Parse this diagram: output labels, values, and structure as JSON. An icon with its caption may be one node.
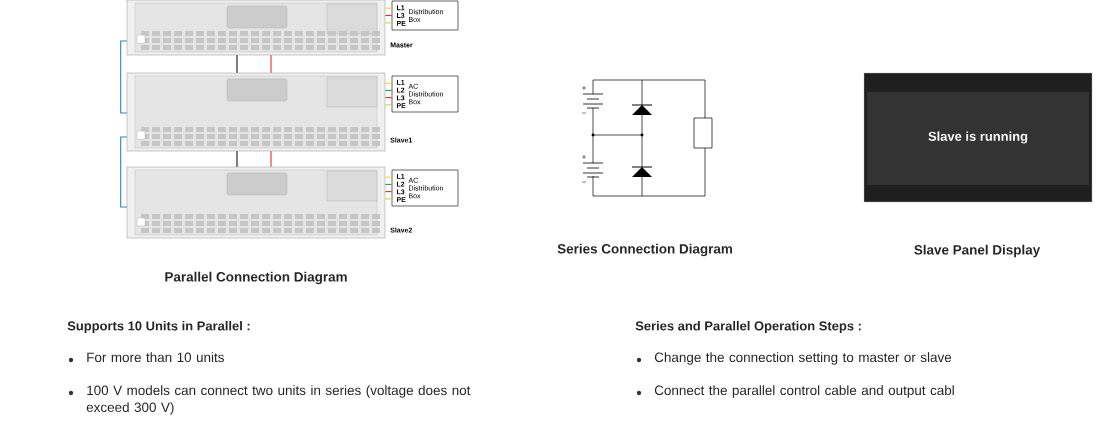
{
  "diagram": {
    "nodes": [
      {
        "text": [],
        "shape": "picture",
        "beside": [
          "Master"
        ]
      },
      {
        "text": [],
        "shape": "picture",
        "beside": [
          "Slave1"
        ]
      },
      {
        "text": [],
        "shape": "picture",
        "beside": [
          "Slave2"
        ]
      },
      {
        "text": [
          "L1 L3 PE",
          "Distribution Box"
        ]
      },
      {
        "text": [
          "L1 L2 L3 PE",
          "AC Distribution Box"
        ]
      },
      {
        "text": [
          "L1 L2 L3 PE",
          "AC Distribution Box"
        ]
      },
      {
        "text": [
          "Slave is running"
        ]
      }
    ],
    "edges": [
      {
        "from": 0,
        "to": 1,
        "arrow": "none",
        "color": "#2f7fc4"
      },
      {
        "from": 1,
        "to": 2,
        "arrow": "none",
        "color": "#2f7fc4"
      },
      {
        "from": 0,
        "to": 1,
        "arrow": "none",
        "color": "#111111"
      },
      {
        "from": 1,
        "to": 2,
        "arrow": "none",
        "color": "#111111"
      },
      {
        "from": 0,
        "to": 1,
        "arrow": "none",
        "color": "#e0302a"
      },
      {
        "from": 1,
        "to": 2,
        "arrow": "none",
        "color": "#e0302a"
      },
      {
        "from": 0,
        "to": 3,
        "arrow": "none",
        "color": "#f2d42a"
      },
      {
        "from": 0,
        "to": 3,
        "arrow": "none",
        "color": "#e0302a"
      },
      {
        "from": 0,
        "to": 3,
        "arrow": "none",
        "color": "#c8d83a"
      },
      {
        "from": 1,
        "to": 4,
        "arrow": "none",
        "color": "#f2d42a"
      },
      {
        "from": 1,
        "to": 4,
        "arrow": "none",
        "color": "#2e9a6a"
      },
      {
        "from": 1,
        "to": 4,
        "arrow": "none",
        "color": "#e0302a"
      },
      {
        "from": 1,
        "to": 4,
        "arrow": "none",
        "color": "#c8d83a"
      },
      {
        "from": 2,
        "to": 5,
        "arrow": "none",
        "color": "#f2d42a"
      },
      {
        "from": 2,
        "to": 5,
        "arrow": "none",
        "color": "#2e9a6a"
      },
      {
        "from": 2,
        "to": 5,
        "arrow": "none",
        "color": "#e0302a"
      },
      {
        "from": 2,
        "to": 5,
        "arrow": "none",
        "color": "#c8d83a"
      }
    ],
    "labels": [
      "Parallel Connection Diagram",
      "Series Connection Diagram",
      "Slave Panel Display",
      "Supports 10 Units in Parallel :",
      "For more than 10 units",
      "100 V models can connect two units in series (voltage does not exceed 300 V)",
      "Series and Parallel Operation Steps :",
      "Change the connection setting to master or slave",
      "Connect the parallel control cable and output cabl"
    ]
  }
}
